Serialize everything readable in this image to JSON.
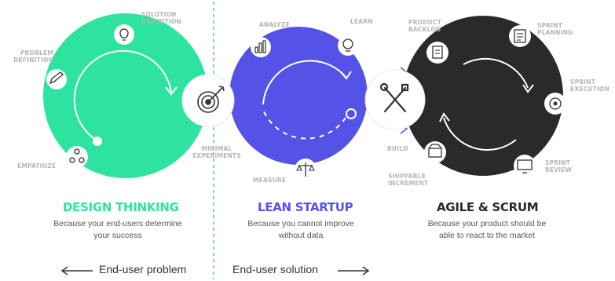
{
  "sections": {
    "design": {
      "title": "DESIGN THINKING",
      "subtitle": "Because your end-users determine\nyour success",
      "color": "#2ee3a0"
    },
    "lean": {
      "title": "LEAN STARTUP",
      "subtitle": "Because you cannot improve\nwithout data",
      "color": "#5552e8"
    },
    "agile": {
      "title": "AGILE & SCRUM",
      "subtitle": "Because your product should be\nable to react to the market",
      "color": "#2a2a2a"
    }
  },
  "labels": {
    "solution_definition": "SOLUTION\nDEFINITION",
    "problem_definition": "PROBLEM\nDEFINITION",
    "empathize": "EMPATHIZE",
    "minimal_experiments": "MINIMAL\nEXPERIMENTS",
    "analyze": "ANALYZE",
    "learn": "LEARN",
    "measure": "MEASURE",
    "build": "BUILD",
    "shippable_increment": "SHIPPABLE\nINCREMENT",
    "product_backlog": "PRODUCT\nBACKLOG",
    "sprint_planning": "SPRINT\nPLANNING",
    "sprint_execution": "SPRINT\nEXECUTION",
    "sprint_review": "SPRINT\nREVIEW"
  },
  "footer": {
    "left": "End-user problem",
    "right": "End-user solution"
  },
  "colors": {
    "label_gray": "#b5b5b5",
    "divider": "#5bb8c8",
    "icon_stroke": "#333333"
  }
}
